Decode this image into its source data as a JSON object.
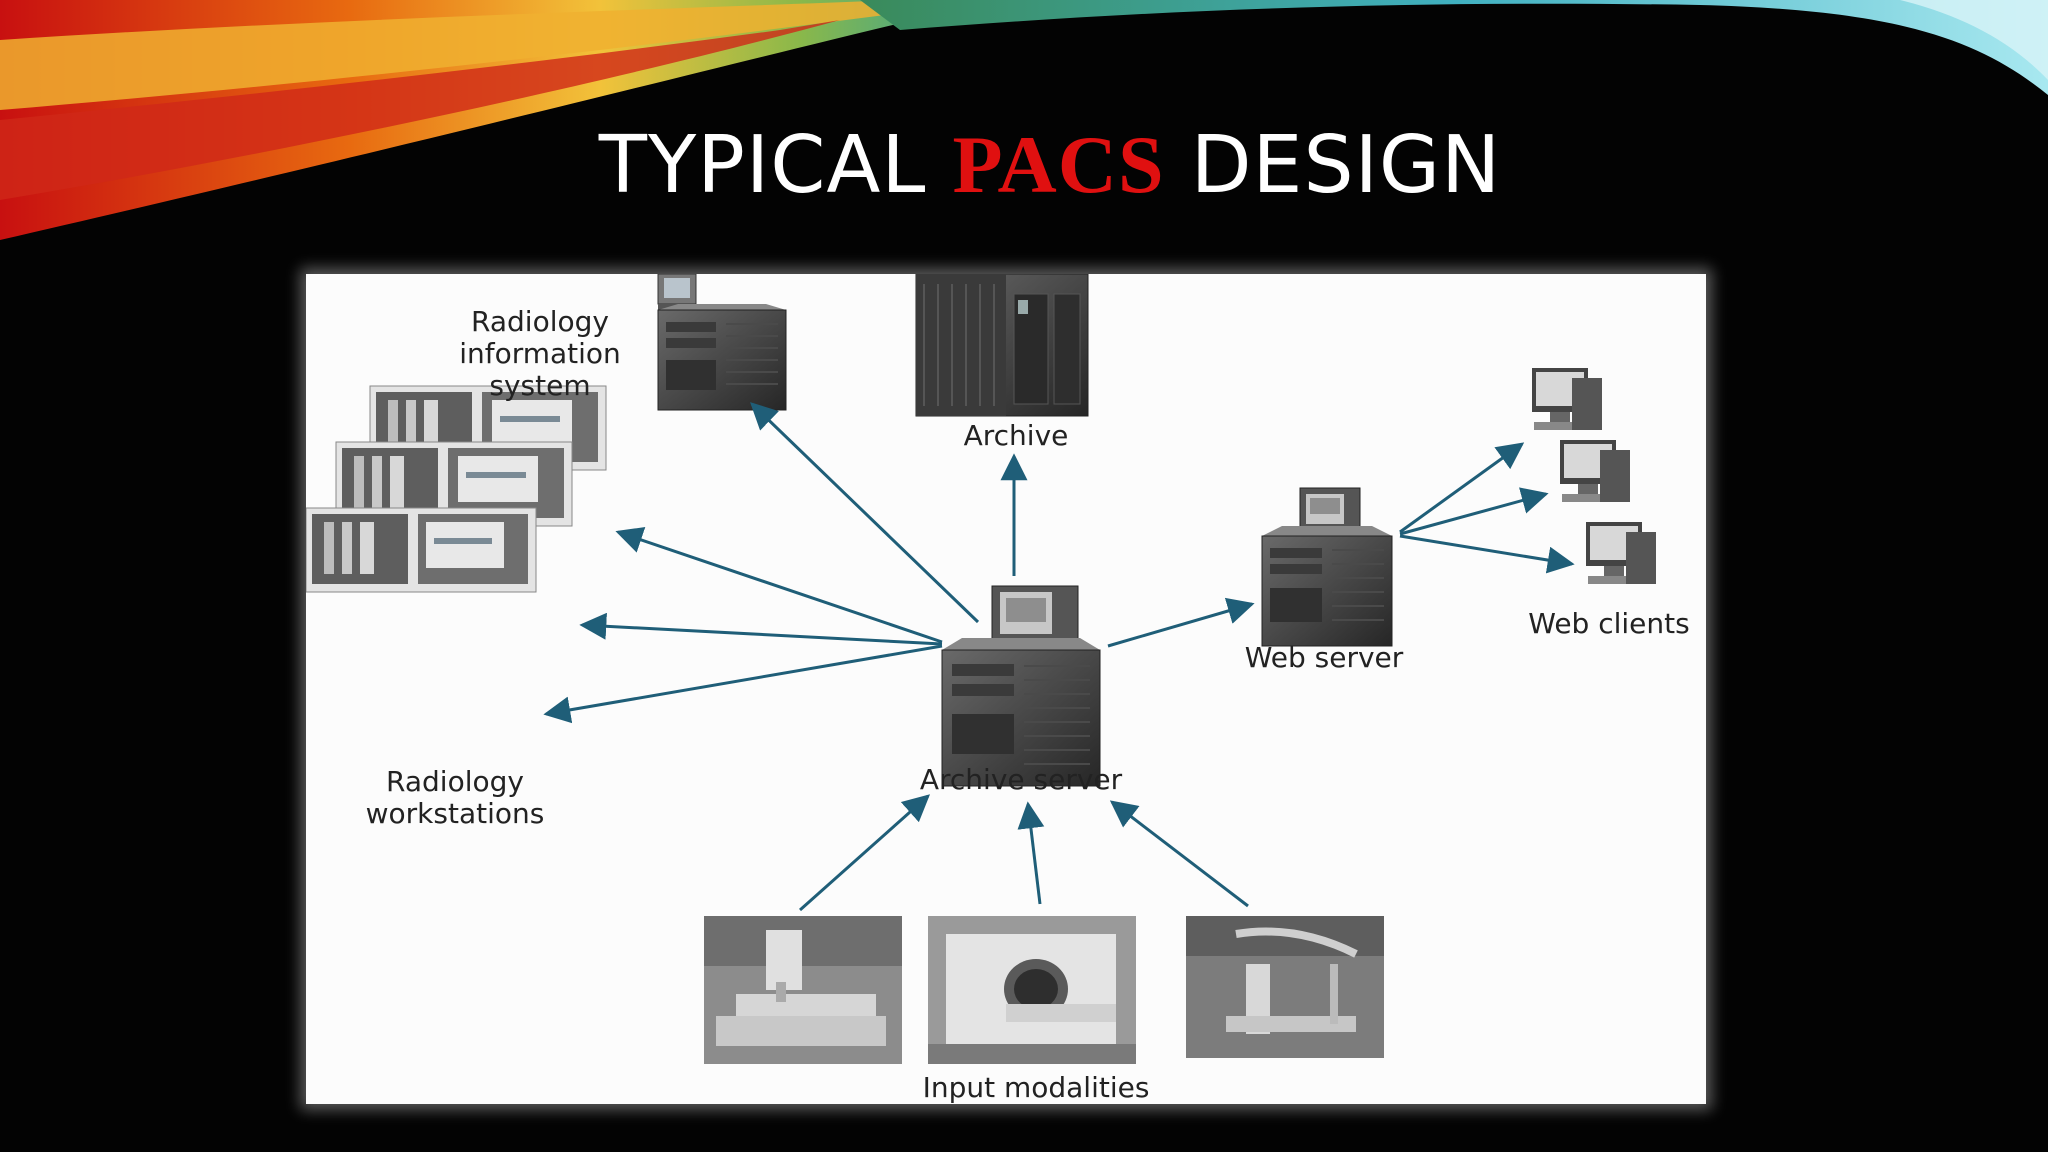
{
  "slide": {
    "title_prefix": "TYPICAL",
    "title_accent": "PACS",
    "title_suffix": "DESIGN"
  },
  "diagram": {
    "labels": {
      "ris": "Radiology\ninformation\nsystem",
      "archive": "Archive",
      "web_server": "Web server",
      "web_clients": "Web clients",
      "archive_server": "Archive server",
      "workstations": "Radiology\nworkstations",
      "input_modalities": "Input modalities"
    },
    "colors": {
      "arrow": "#1f5e78",
      "title_accent": "#e01010"
    }
  }
}
